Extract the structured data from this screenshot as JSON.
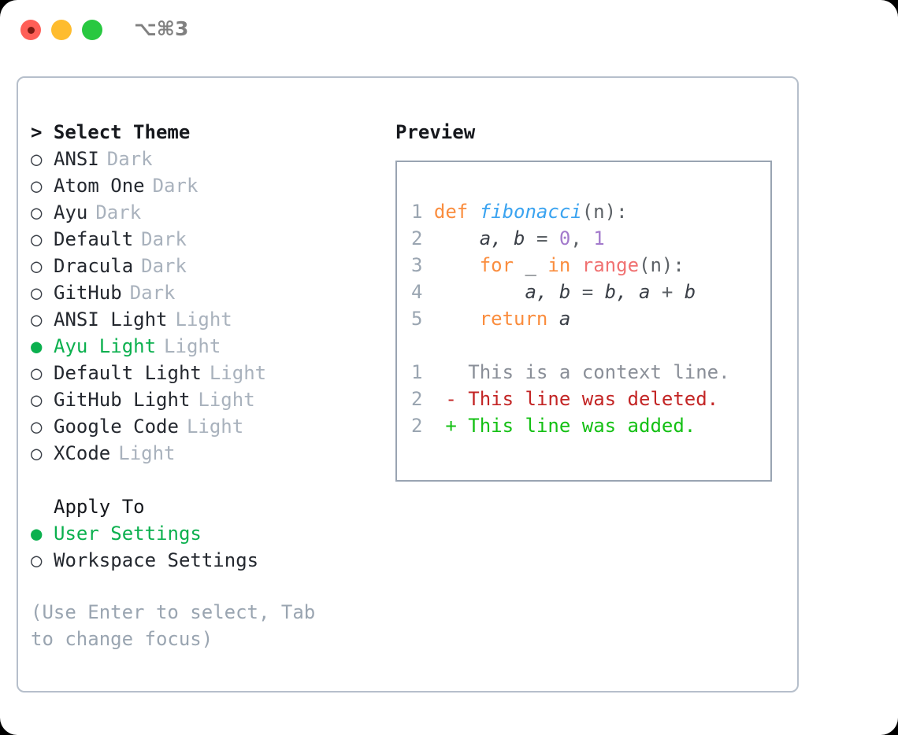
{
  "titlebar": {
    "shortcut": "⌥⌘3",
    "lights": [
      "close-red",
      "minimize-yellow",
      "zoom-green"
    ]
  },
  "theme_picker": {
    "header": "> Select Theme",
    "items": [
      {
        "marker": "○",
        "label": "ANSI",
        "tag": "Dark",
        "selected": false
      },
      {
        "marker": "○",
        "label": "Atom One",
        "tag": "Dark",
        "selected": false
      },
      {
        "marker": "○",
        "label": "Ayu",
        "tag": "Dark",
        "selected": false
      },
      {
        "marker": "○",
        "label": "Default",
        "tag": "Dark",
        "selected": false
      },
      {
        "marker": "○",
        "label": "Dracula",
        "tag": "Dark",
        "selected": false
      },
      {
        "marker": "○",
        "label": "GitHub",
        "tag": "Dark",
        "selected": false
      },
      {
        "marker": "○",
        "label": "ANSI Light",
        "tag": "Light",
        "selected": false
      },
      {
        "marker": "●",
        "label": "Ayu Light",
        "tag": "Light",
        "selected": true
      },
      {
        "marker": "○",
        "label": "Default Light",
        "tag": "Light",
        "selected": false
      },
      {
        "marker": "○",
        "label": "GitHub Light",
        "tag": "Light",
        "selected": false
      },
      {
        "marker": "○",
        "label": "Google Code",
        "tag": "Light",
        "selected": false
      },
      {
        "marker": "○",
        "label": "XCode",
        "tag": "Light",
        "selected": false
      }
    ]
  },
  "apply_to": {
    "header": "Apply To",
    "items": [
      {
        "marker": "●",
        "label": "User Settings",
        "selected": true
      },
      {
        "marker": "○",
        "label": "Workspace Settings",
        "selected": false
      }
    ]
  },
  "hint": "(Use Enter to select, Tab to change focus)",
  "preview": {
    "header": "Preview",
    "code_lines": [
      {
        "num": "1",
        "tokens": [
          {
            "t": "def ",
            "c": "kw"
          },
          {
            "t": "fibonacci",
            "c": "fn"
          },
          {
            "t": "(n):",
            "c": "pn"
          }
        ]
      },
      {
        "num": "2",
        "tokens": [
          {
            "t": "    a, b ",
            "c": "var"
          },
          {
            "t": "= ",
            "c": "pn"
          },
          {
            "t": "0",
            "c": "num"
          },
          {
            "t": ", ",
            "c": "pn"
          },
          {
            "t": "1",
            "c": "num"
          }
        ]
      },
      {
        "num": "3",
        "tokens": [
          {
            "t": "    ",
            "c": "pn"
          },
          {
            "t": "for",
            "c": "kw"
          },
          {
            "t": " _ ",
            "c": "var"
          },
          {
            "t": "in",
            "c": "kw"
          },
          {
            "t": " ",
            "c": "pn"
          },
          {
            "t": "range",
            "c": "bi"
          },
          {
            "t": "(n):",
            "c": "pn"
          }
        ]
      },
      {
        "num": "4",
        "tokens": [
          {
            "t": "        a, b ",
            "c": "var"
          },
          {
            "t": "= ",
            "c": "pn"
          },
          {
            "t": "b, a ",
            "c": "var"
          },
          {
            "t": "+ ",
            "c": "pn"
          },
          {
            "t": "b",
            "c": "var"
          }
        ]
      },
      {
        "num": "5",
        "tokens": [
          {
            "t": "    ",
            "c": "pn"
          },
          {
            "t": "return",
            "c": "kw"
          },
          {
            "t": " ",
            "c": "pn"
          },
          {
            "t": "a",
            "c": "var"
          }
        ]
      }
    ],
    "diff_lines": [
      {
        "num": "1",
        "sign": "  ",
        "text": "This is a context line.",
        "kind": "ctx"
      },
      {
        "num": "2",
        "sign": "- ",
        "text": "This line was deleted.",
        "kind": "del"
      },
      {
        "num": "2",
        "sign": "+ ",
        "text": "This line was added.",
        "kind": "add"
      }
    ]
  },
  "colors": {
    "accent_green": "#0bb04e",
    "muted": "#a9b2bd",
    "hint": "#9aa5b1",
    "border": "#b6bfcb",
    "preview_border": "#99a4b2",
    "keyword": "#fa8d3e",
    "function": "#3aa3f0",
    "number": "#a37acc",
    "builtin": "#f07171",
    "diff_del": "#c32525",
    "diff_add": "#14c014"
  }
}
